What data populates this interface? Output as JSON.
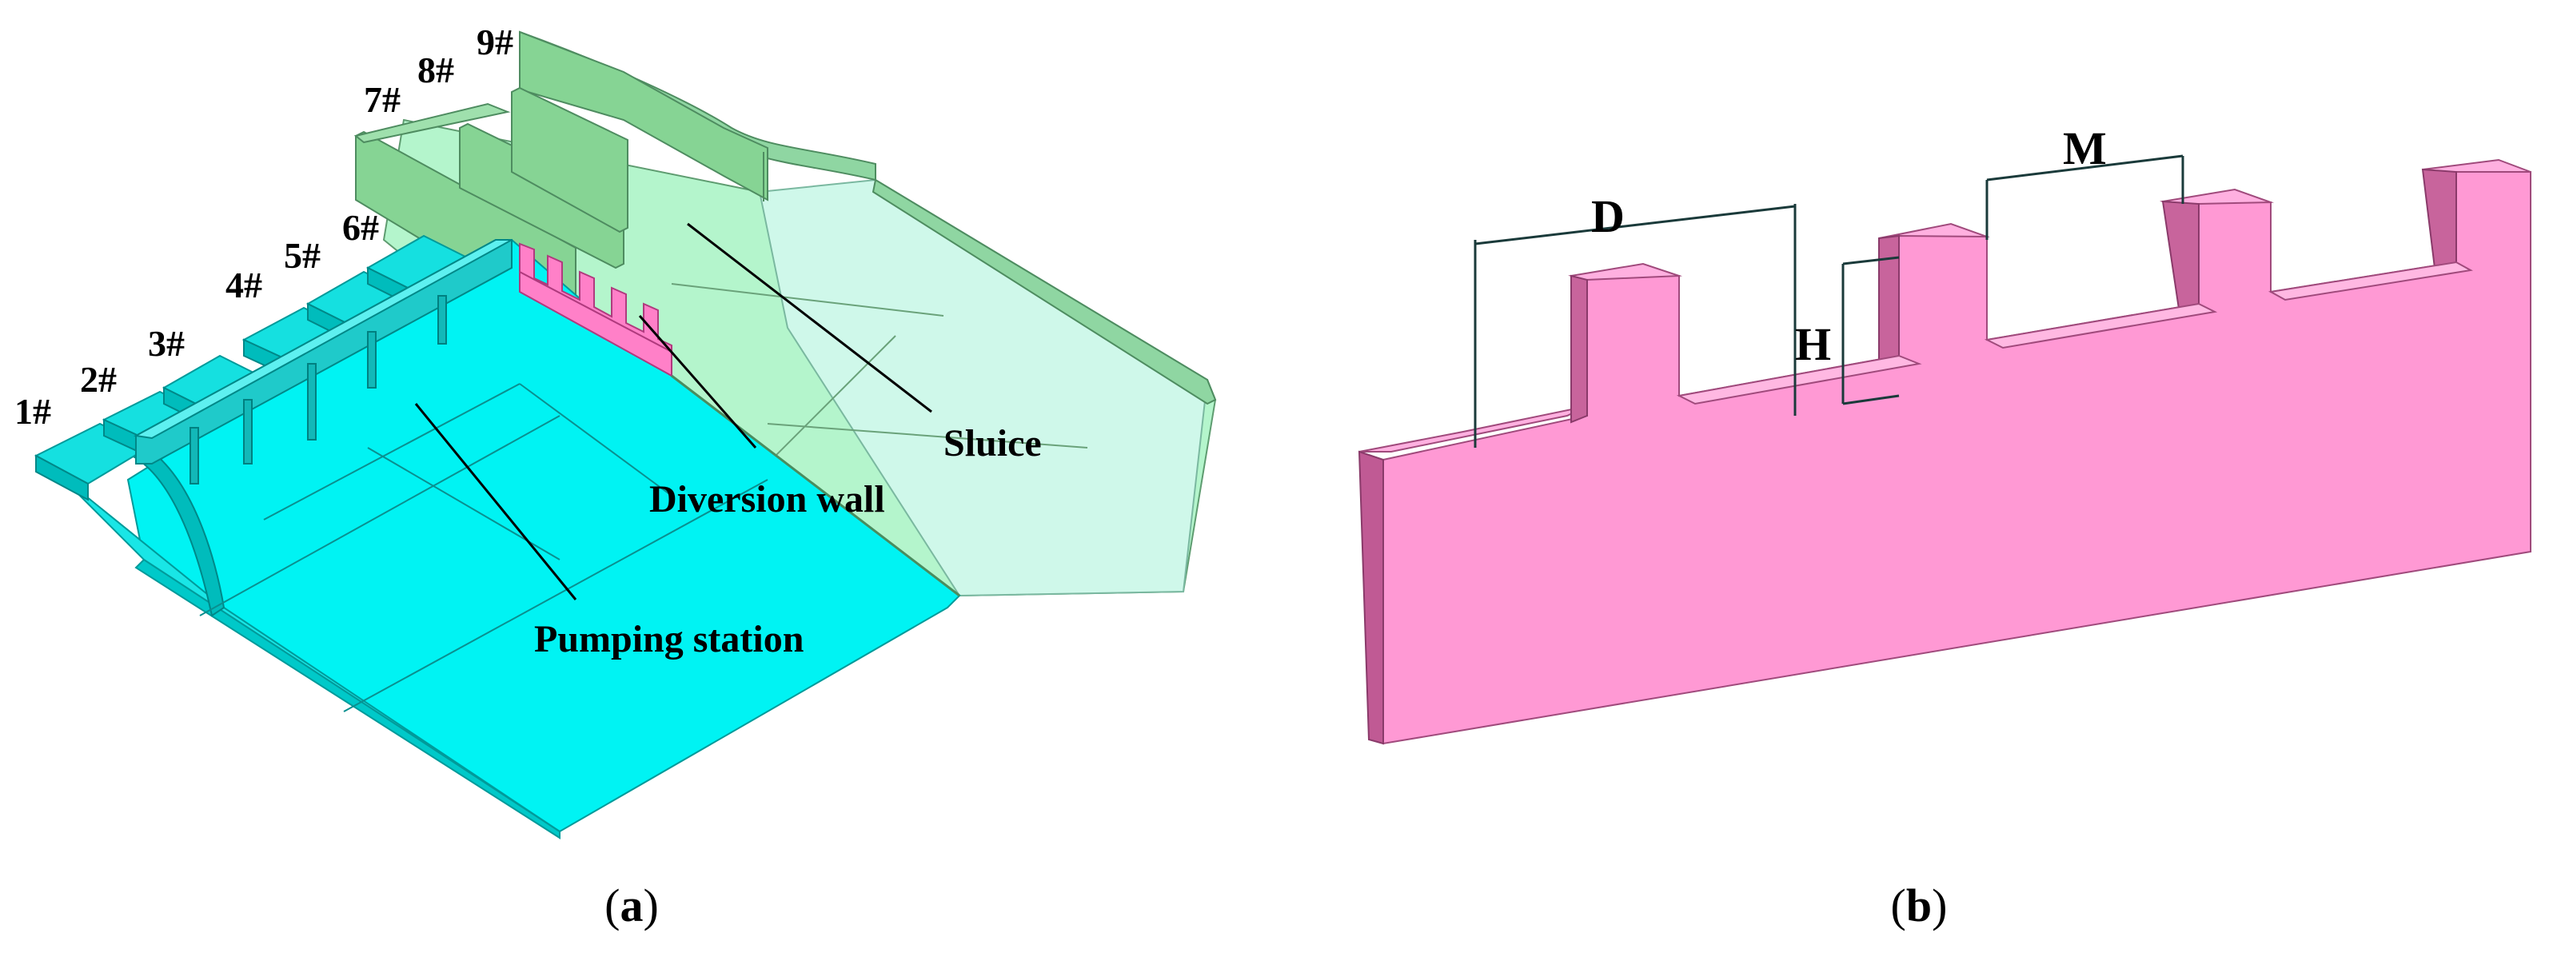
{
  "panel_a": {
    "unit_labels": [
      "1#",
      "2#",
      "3#",
      "4#",
      "5#",
      "6#",
      "7#",
      "8#",
      "9#"
    ],
    "callouts": {
      "sluice": "Sluice",
      "diversion_wall": "Diversion wall",
      "pumping_station": "Pumping station"
    },
    "caption": {
      "open": "(",
      "letter": "a",
      "close": ")"
    },
    "colors": {
      "pumping_station": "#00f3f3",
      "sluice": "#b0f7cb",
      "wall_gates": "#86d494",
      "diversion_wall": "#ff80c8"
    }
  },
  "panel_b": {
    "dimensions": {
      "d": "D",
      "h": "H",
      "m": "M"
    },
    "caption": {
      "open": "(",
      "letter": "b",
      "close": ")"
    },
    "colors": {
      "wall_face": "#ff99d4",
      "wall_side": "#b8508a",
      "wall_top": "#ffb0e0"
    }
  }
}
